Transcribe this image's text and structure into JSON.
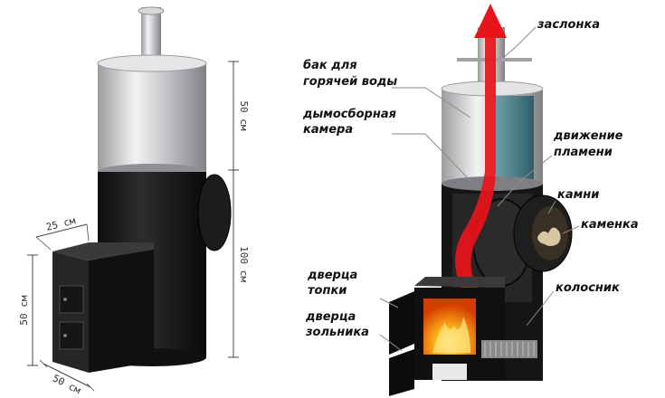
{
  "colors": {
    "stove_body": "#1a1a1a",
    "tank_metal": "#c9cbcd",
    "flame": "#e8141a",
    "fire_glow": "#ff9a1a",
    "leader_line": "#8a8a8a"
  },
  "left_view": {
    "dimensions": {
      "tank_height": "50 см",
      "body_height": "100 см",
      "firebox_depth": "25 см",
      "firebox_height": "50 см",
      "firebox_width": "50 см"
    }
  },
  "right_view": {
    "labels": {
      "damper": "заслонка",
      "tank_line1": "бак для",
      "tank_line2": "горячей воды",
      "smoke_line1": "дымосборная",
      "smoke_line2": "камера",
      "flame_line1": "движение",
      "flame_line2": "пламени",
      "stones": "камни",
      "heater": "каменка",
      "firebox_door_line1": "дверца",
      "firebox_door_line2": "топки",
      "grate": "колосник",
      "ash_door_line1": "дверца",
      "ash_door_line2": "зольника"
    },
    "icons": {
      "flame_arrow": "up-arrow-icon",
      "fire": "fire-icon"
    }
  }
}
